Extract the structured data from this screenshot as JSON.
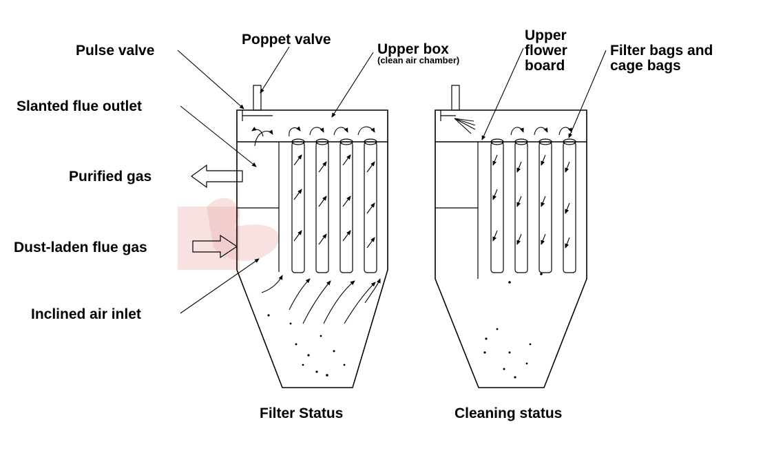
{
  "labels": {
    "pulse_valve": "Pulse valve",
    "poppet_valve": "Poppet valve",
    "upper_box": "Upper box",
    "upper_box_sub": "(clean air chamber)",
    "slanted_flue_outlet": "Slanted flue outlet",
    "purified_gas": "Purified gas",
    "dust_laden_flue_gas": "Dust-laden flue gas",
    "inclined_air_inlet": "Inclined air inlet",
    "upper_flower_board_1": "Upper",
    "upper_flower_board_2": "flower",
    "upper_flower_board_3": "board",
    "filter_bags_1": "Filter bags and",
    "filter_bags_2": "cage bags"
  },
  "captions": {
    "filter_status": "Filter Status",
    "cleaning_status": "Cleaning status"
  },
  "colors": {
    "line": "#000000",
    "watermark": "#e8a9a9"
  }
}
